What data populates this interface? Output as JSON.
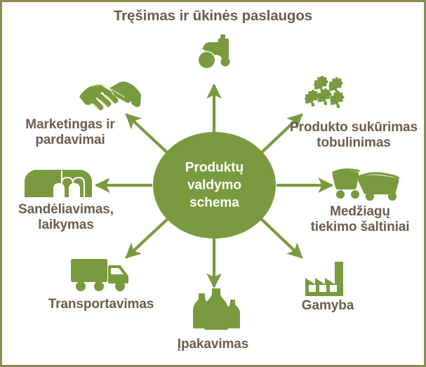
{
  "diagram": {
    "title": "Tręšimas ir ūkinės paslaugos",
    "border_color": "#8b8b52",
    "accent_green": "#7a9a3f",
    "label_color": "#6b5d4f",
    "background": "#ffffff",
    "center": {
      "text": "Produktų\nvaldymo\nschema",
      "line1": "Produktų",
      "line2": "valdymo",
      "line3": "schema",
      "shape": "circle",
      "fill": "#7a9a3f",
      "text_color": "#ffffff"
    },
    "nodes": [
      {
        "id": "fertilizing",
        "label": "Tręšimas ir ūkinės paslaugos",
        "icon": "tractor-icon",
        "direction": "up",
        "angle_deg": 90
      },
      {
        "id": "product-development",
        "label": "Produkto sukūrimas\ntobulinimas",
        "icon": "puzzle-pieces-icon",
        "direction": "up-right",
        "angle_deg": 45
      },
      {
        "id": "material-sources",
        "label": "Medžiagų\ntiekimo šaltiniai",
        "icon": "hauling-carts-icon",
        "direction": "right",
        "angle_deg": 0
      },
      {
        "id": "production",
        "label": "Gamyba",
        "icon": "factory-icon",
        "direction": "down-right",
        "angle_deg": -45
      },
      {
        "id": "packaging",
        "label": "Įpakavimas",
        "icon": "bottles-icon",
        "direction": "down",
        "angle_deg": -90
      },
      {
        "id": "transportation",
        "label": "Transportavimas",
        "icon": "delivery-truck-icon",
        "direction": "down-left",
        "angle_deg": -135
      },
      {
        "id": "warehousing",
        "label": "Sandėliavimas,\nlaikymas",
        "icon": "warehouse-icon",
        "direction": "left",
        "angle_deg": 180
      },
      {
        "id": "marketing",
        "label": "Marketingas ir\npardavimai",
        "icon": "handshake-icon",
        "direction": "up-left",
        "angle_deg": 135
      }
    ]
  }
}
